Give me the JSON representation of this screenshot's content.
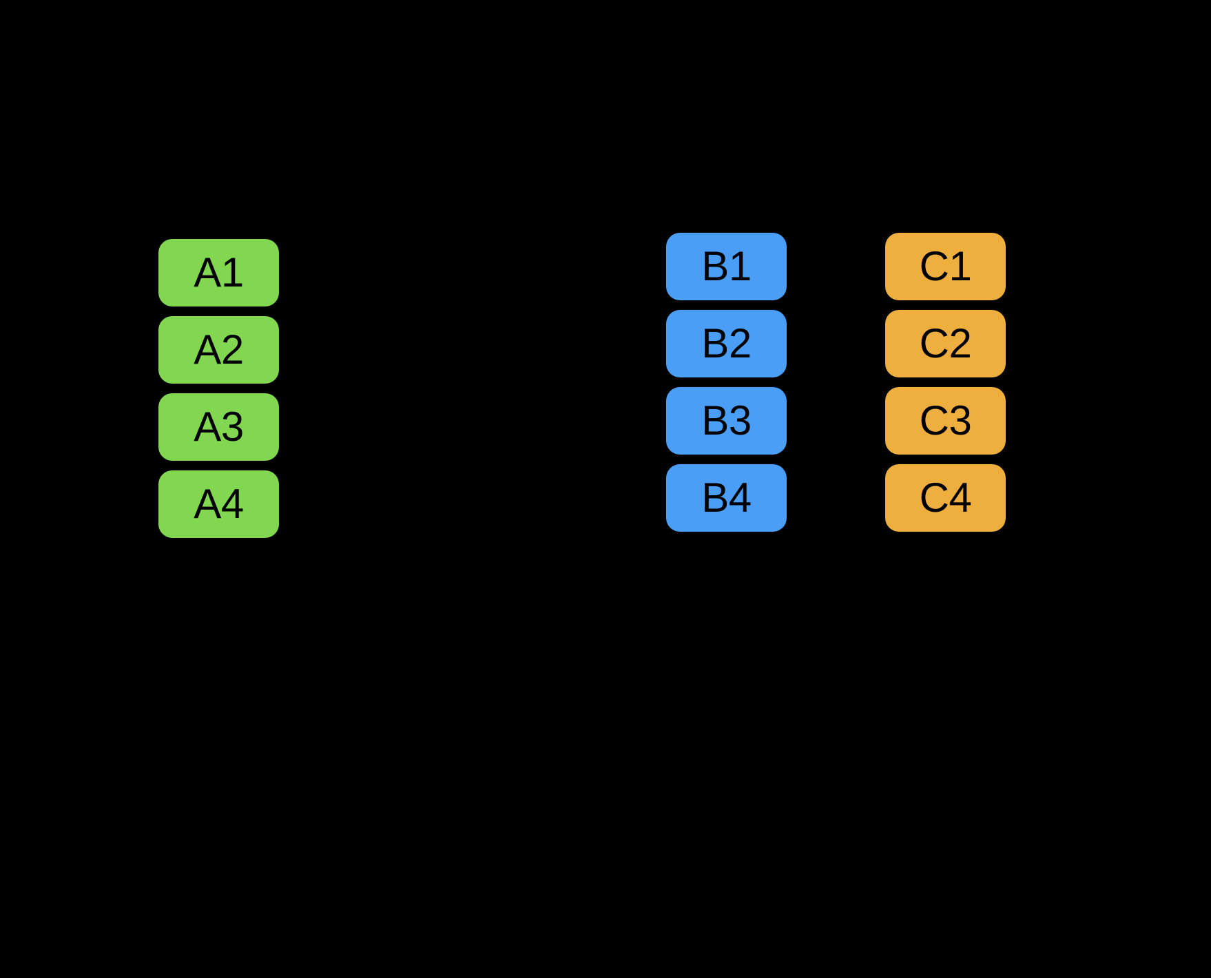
{
  "diagram": {
    "background_color": "#000000",
    "label_color": "#000000",
    "columns": [
      {
        "id": "a",
        "name": "column-a",
        "color": "#82D750",
        "nodes": [
          {
            "label": "A1"
          },
          {
            "label": "A2"
          },
          {
            "label": "A3"
          },
          {
            "label": "A4"
          }
        ]
      },
      {
        "id": "b",
        "name": "column-b",
        "color": "#4A9EF5",
        "nodes": [
          {
            "label": "B1"
          },
          {
            "label": "B2"
          },
          {
            "label": "B3"
          },
          {
            "label": "B4"
          }
        ]
      },
      {
        "id": "c",
        "name": "column-c",
        "color": "#EFAF3E",
        "nodes": [
          {
            "label": "C1"
          },
          {
            "label": "C2"
          },
          {
            "label": "C3"
          },
          {
            "label": "C4"
          }
        ]
      }
    ]
  }
}
